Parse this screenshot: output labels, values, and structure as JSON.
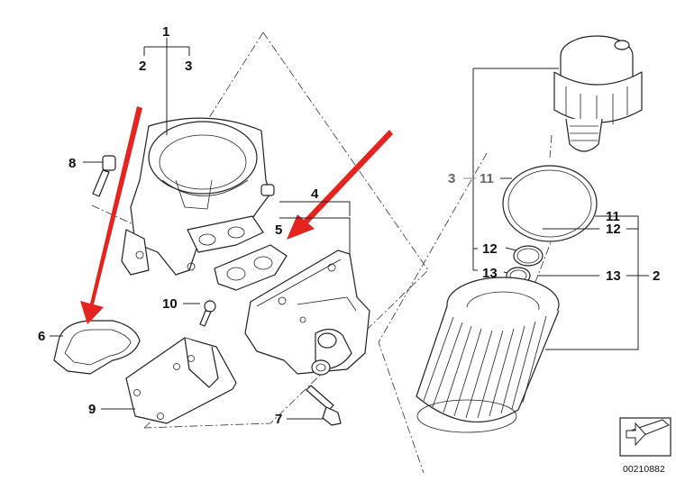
{
  "callouts": {
    "c1": "1",
    "c2_left": "2",
    "c3_left": "3",
    "c4": "4",
    "c5": "5",
    "c6": "6",
    "c7": "7",
    "c8": "8",
    "c9": "9",
    "c10": "10",
    "c3_grey": "3",
    "c11_grey": "11",
    "c11": "11",
    "c12_left": "12",
    "c12_right": "12",
    "c13_left": "13",
    "c13_right": "13",
    "c2_right": "2"
  },
  "reference_number": "00210882",
  "colors": {
    "annotation_arrow": "#e5231f",
    "line_art": "#222222"
  },
  "icons": {
    "corner_symbol": "exploded-view-corner-icon"
  }
}
